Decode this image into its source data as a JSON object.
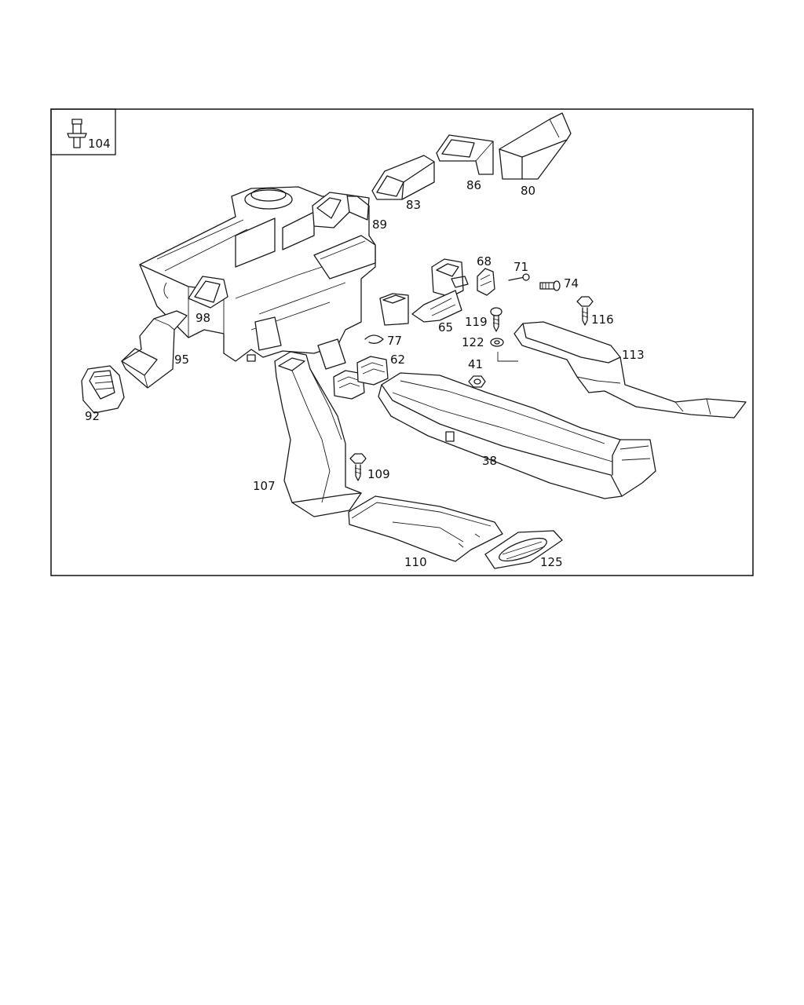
{
  "diagram": {
    "inset_label": "104",
    "callouts": {
      "c104": "104",
      "c80": "80",
      "c86": "86",
      "c83": "83",
      "c89": "89",
      "c68": "68",
      "c71": "71",
      "c74": "74",
      "c98": "98",
      "c65": "65",
      "c119": "119",
      "c116": "116",
      "c77": "77",
      "c122": "122",
      "c95": "95",
      "c62": "62",
      "c41": "41",
      "c113": "113",
      "c92": "92",
      "c38": "38",
      "c109": "109",
      "c107": "107",
      "c110": "110",
      "c125": "125"
    }
  }
}
